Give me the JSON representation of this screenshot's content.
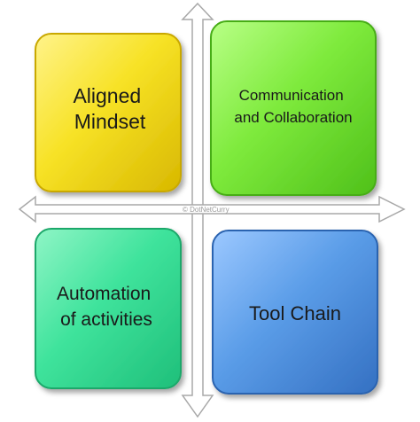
{
  "boxes": [
    {
      "id": "aligned-mindset",
      "lines": [
        "Aligned",
        "Mindset"
      ],
      "color": "#f5e21f"
    },
    {
      "id": "communication-collaboration",
      "lines": [
        "Communication",
        "and Collaboration"
      ],
      "color": "#7bea3a"
    },
    {
      "id": "automation-activities",
      "lines": [
        "Automation",
        "of activities"
      ],
      "color": "#3ee29a"
    },
    {
      "id": "tool-chain",
      "lines": [
        "Tool Chain"
      ],
      "color": "#5a9be6"
    }
  ],
  "watermark": "© DotNetCurry",
  "colors": {
    "axis_stroke": "#b0b0b0",
    "axis_fill": "#ffffff",
    "text": "#1a1a1a"
  }
}
